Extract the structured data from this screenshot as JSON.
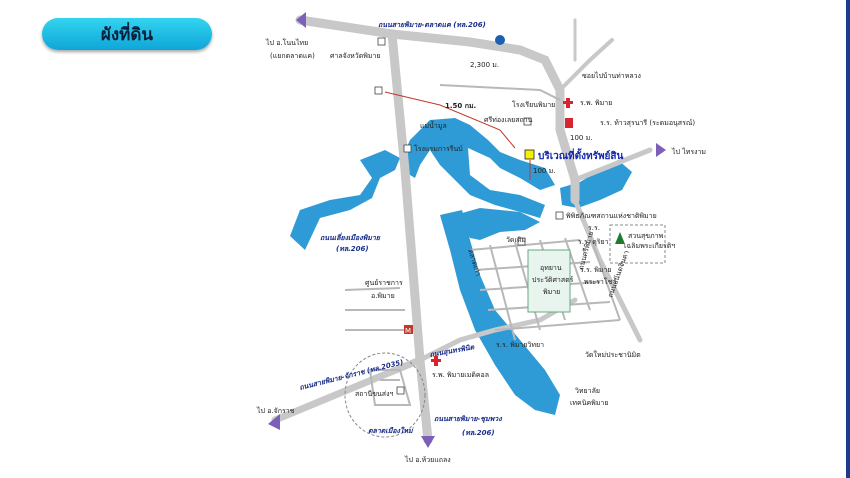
{
  "title": "ผังที่ดิน",
  "labels": {
    "road_top": "ถนนสายพิมาย-ตลาดแค (ทล.206)",
    "to_talat_khae": "ไป อ.โนนไทย",
    "talat_khae_junction": "(แยกตลาดแค)",
    "court": "ศาลจังหวัดพิมาย",
    "dist_top": "2,300 ม.",
    "soi": "ซอยไปบ้านท่าหลวง",
    "hospital_top": "ร.พ. พิมาย",
    "school_top": "โรงเรียนพิมาย",
    "temple_top": "ศรีท่องเลยสถาน",
    "school_right": "ร.ร. ท้าวสุรนารี (ระดมอนุสรณ์)",
    "dist_150": "1.50 กม.",
    "lake_label": "แม่น้ำมูล",
    "hotel": "โรงแรมการรีนบ์",
    "dist_100_top": "100 ม.",
    "site": "บริเวณที่ตั้งทรัพย์สิน",
    "dist_100": "100 ม.",
    "to_phimai": "ไป ไทรงาม",
    "museum": "พิพิธภัณฑสถานแห่งชาติพิมาย",
    "park": "สวนสุขภาพ",
    "park2": "เฉลิมพระเกียรติฯ",
    "school_mid": "ร.ร. ดุริยา",
    "road_bypass": "ถนนเลี่ยงเมืองพิมาย",
    "road_bypass_num": "(ทล.206)",
    "market": "ตลาดเก่า",
    "district_office": "ศูนย์ราชการ",
    "district_office2": "อ.พิมาย",
    "historical_park": "อุทยาน",
    "historical_park2": "ประวัติศาสตร์",
    "historical_park3": "พิมาย",
    "school_phimai": "ร.ร. พิมาย",
    "school_phimai2": "พระราโชว์",
    "road_east": "ถนนอนันตจินดา",
    "road_south_east": "ถนนศรีพิมาย",
    "road_mid": "ถนนสุนทรพินิต",
    "school_wittaya": "ร.ร. พิมายวิทยา",
    "road_west": "ถนนสายพิมาย-จักราช (ทล.2035)",
    "hospital_bottom": "ร.พ. พิมายเมดิคอล",
    "buddhist": "วัดใหม่ประชานิมิต",
    "to_chakkarat": "ไป อ.จักราช",
    "gas": "สถานีขนส่งฯ",
    "new_market": "ตลาดเมืองใหม่",
    "road_south": "ถนนสายพิมาย-ชุมพวง",
    "road_south_num": "(ทล.206)",
    "to_huai_thalaeng": "ไป อ.ห้วยแถลง",
    "tech_college": "วิทยาลัย",
    "tech_college2": "เทคนิคพิมาย",
    "temple_mid": "วัดเดิม",
    "wat_cross": "ร.ร."
  },
  "colors": {
    "water": "#2f9bd6",
    "road": "#c8c8c8",
    "arrow": "#7b5fb8",
    "site_marker": "#f6f100",
    "hospital": "#d8242f",
    "accent": "#1e3a8a"
  }
}
